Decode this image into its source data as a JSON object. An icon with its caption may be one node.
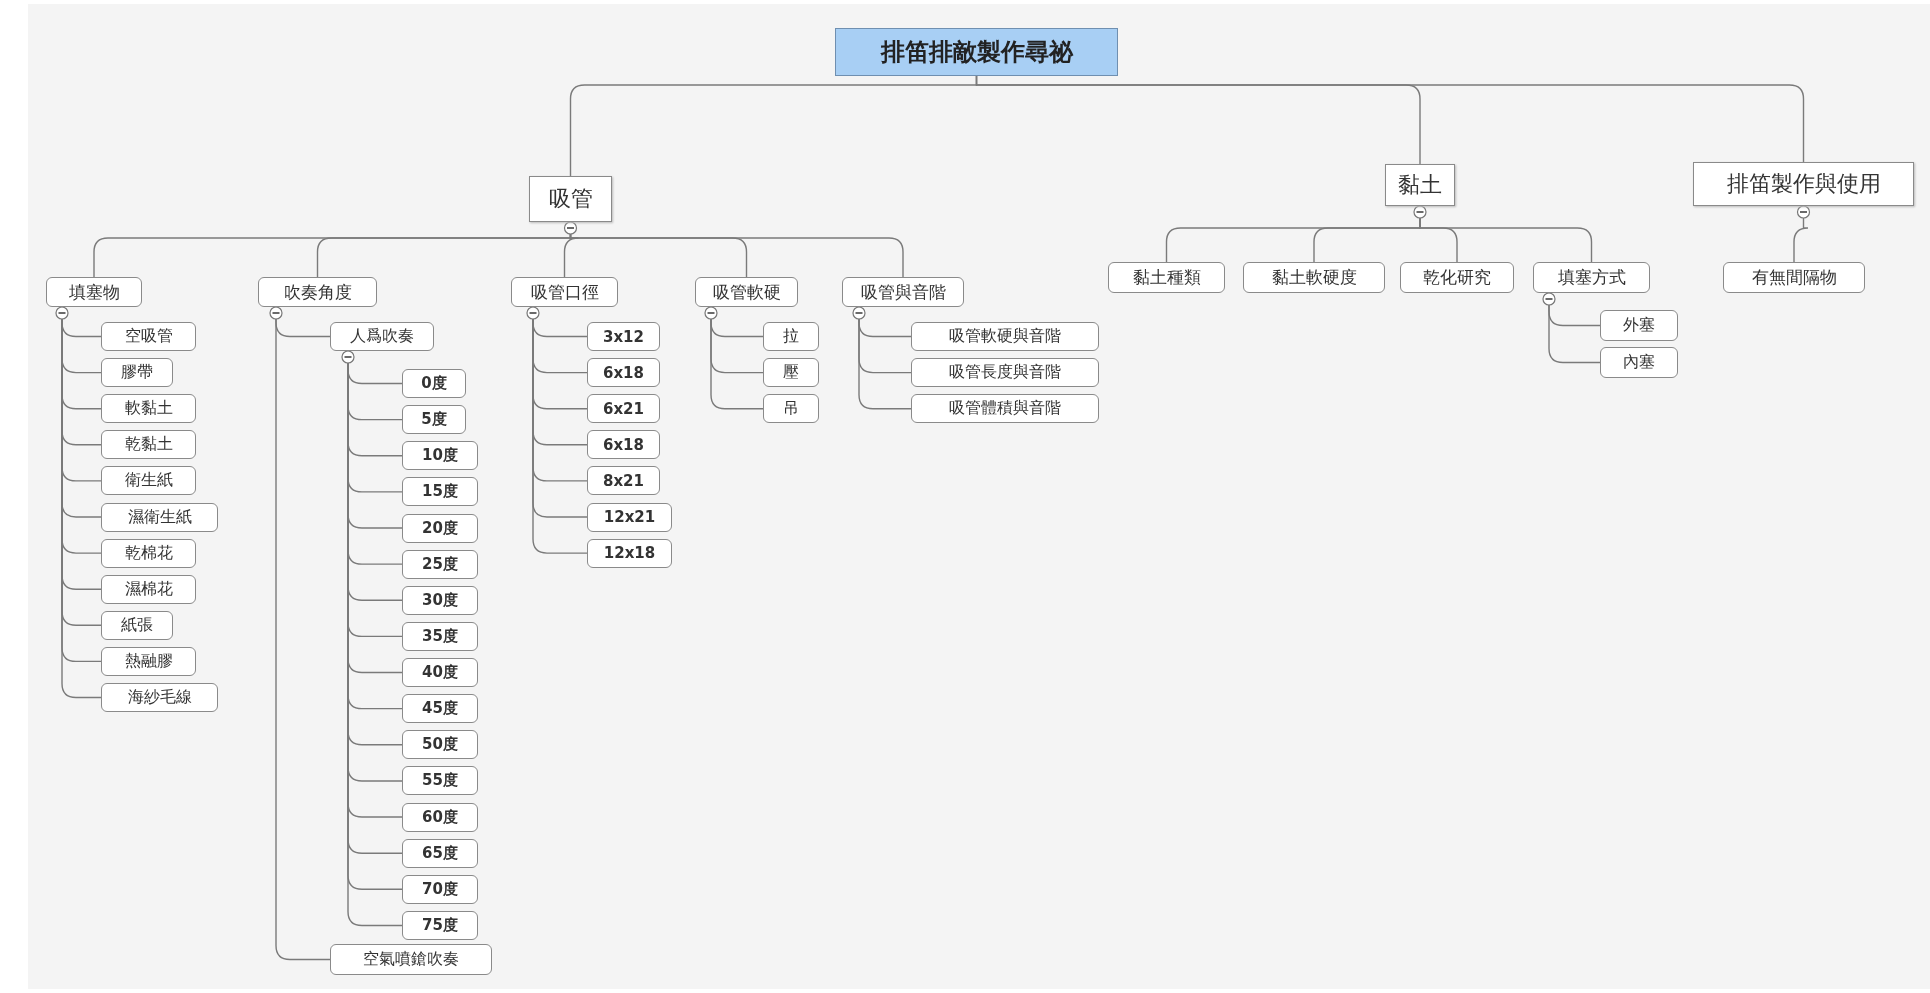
{
  "diagram": {
    "nodes": [
      {
        "text": [
          "排笛排敵製作尋祕"
        ]
      },
      {
        "text": [
          "吸管"
        ]
      },
      {
        "text": [
          "黏土"
        ]
      },
      {
        "text": [
          "排笛製作與使用"
        ]
      },
      {
        "text": [
          "填塞物"
        ]
      },
      {
        "text": [
          "空吸管"
        ]
      },
      {
        "text": [
          "膠帶"
        ]
      },
      {
        "text": [
          "軟黏土"
        ]
      },
      {
        "text": [
          "乾黏土"
        ]
      },
      {
        "text": [
          "衛生紙"
        ]
      },
      {
        "text": [
          "濕衛生紙"
        ]
      },
      {
        "text": [
          "乾棉花"
        ]
      },
      {
        "text": [
          "濕棉花"
        ]
      },
      {
        "text": [
          "紙張"
        ]
      },
      {
        "text": [
          "熱融膠"
        ]
      },
      {
        "text": [
          "海紗毛線"
        ]
      },
      {
        "text": [
          "吹奏角度"
        ]
      },
      {
        "text": [
          "人爲吹奏"
        ]
      },
      {
        "text": [
          "0度"
        ]
      },
      {
        "text": [
          "5度"
        ]
      },
      {
        "text": [
          "10度"
        ]
      },
      {
        "text": [
          "15度"
        ]
      },
      {
        "text": [
          "20度"
        ]
      },
      {
        "text": [
          "25度"
        ]
      },
      {
        "text": [
          "30度"
        ]
      },
      {
        "text": [
          "35度"
        ]
      },
      {
        "text": [
          "40度"
        ]
      },
      {
        "text": [
          "45度"
        ]
      },
      {
        "text": [
          "50度"
        ]
      },
      {
        "text": [
          "55度"
        ]
      },
      {
        "text": [
          "60度"
        ]
      },
      {
        "text": [
          "65度"
        ]
      },
      {
        "text": [
          "70度"
        ]
      },
      {
        "text": [
          "75度"
        ]
      },
      {
        "text": [
          "空氣噴鎗吹奏"
        ]
      },
      {
        "text": [
          "吸管口徑"
        ]
      },
      {
        "text": [
          "3x12"
        ]
      },
      {
        "text": [
          "6x18"
        ]
      },
      {
        "text": [
          "6x21"
        ]
      },
      {
        "text": [
          "6x18"
        ]
      },
      {
        "text": [
          "8x21"
        ]
      },
      {
        "text": [
          "12x21"
        ]
      },
      {
        "text": [
          "12x18"
        ]
      },
      {
        "text": [
          "吸管軟硬"
        ]
      },
      {
        "text": [
          "拉"
        ]
      },
      {
        "text": [
          "壓"
        ]
      },
      {
        "text": [
          "吊"
        ]
      },
      {
        "text": [
          "吸管與音階"
        ]
      },
      {
        "text": [
          "吸管軟硬與音階"
        ]
      },
      {
        "text": [
          "吸管長度與音階"
        ]
      },
      {
        "text": [
          "吸管體積與音階"
        ]
      },
      {
        "text": [
          "黏土種類"
        ]
      },
      {
        "text": [
          "黏土軟硬度"
        ]
      },
      {
        "text": [
          "乾化研究"
        ]
      },
      {
        "text": [
          "填塞方式"
        ]
      },
      {
        "text": [
          "外塞"
        ]
      },
      {
        "text": [
          "內塞"
        ]
      },
      {
        "text": [
          "有無間隔物"
        ]
      }
    ],
    "edges": [
      {
        "from": 0,
        "to": 1,
        "arrow": "none"
      },
      {
        "from": 0,
        "to": 2,
        "arrow": "none"
      },
      {
        "from": 0,
        "to": 3,
        "arrow": "none"
      },
      {
        "from": 1,
        "to": 4,
        "arrow": "none"
      },
      {
        "from": 1,
        "to": 16,
        "arrow": "none"
      },
      {
        "from": 1,
        "to": 35,
        "arrow": "none"
      },
      {
        "from": 1,
        "to": 43,
        "arrow": "none"
      },
      {
        "from": 1,
        "to": 47,
        "arrow": "none"
      },
      {
        "from": 4,
        "to": 5,
        "arrow": "none"
      },
      {
        "from": 4,
        "to": 6,
        "arrow": "none"
      },
      {
        "from": 4,
        "to": 7,
        "arrow": "none"
      },
      {
        "from": 4,
        "to": 8,
        "arrow": "none"
      },
      {
        "from": 4,
        "to": 9,
        "arrow": "none"
      },
      {
        "from": 4,
        "to": 10,
        "arrow": "none"
      },
      {
        "from": 4,
        "to": 11,
        "arrow": "none"
      },
      {
        "from": 4,
        "to": 12,
        "arrow": "none"
      },
      {
        "from": 4,
        "to": 13,
        "arrow": "none"
      },
      {
        "from": 4,
        "to": 14,
        "arrow": "none"
      },
      {
        "from": 4,
        "to": 15,
        "arrow": "none"
      },
      {
        "from": 16,
        "to": 17,
        "arrow": "none"
      },
      {
        "from": 16,
        "to": 34,
        "arrow": "none"
      },
      {
        "from": 17,
        "to": 18,
        "arrow": "none"
      },
      {
        "from": 17,
        "to": 19,
        "arrow": "none"
      },
      {
        "from": 17,
        "to": 20,
        "arrow": "none"
      },
      {
        "from": 17,
        "to": 21,
        "arrow": "none"
      },
      {
        "from": 17,
        "to": 22,
        "arrow": "none"
      },
      {
        "from": 17,
        "to": 23,
        "arrow": "none"
      },
      {
        "from": 17,
        "to": 24,
        "arrow": "none"
      },
      {
        "from": 17,
        "to": 25,
        "arrow": "none"
      },
      {
        "from": 17,
        "to": 26,
        "arrow": "none"
      },
      {
        "from": 17,
        "to": 27,
        "arrow": "none"
      },
      {
        "from": 17,
        "to": 28,
        "arrow": "none"
      },
      {
        "from": 17,
        "to": 29,
        "arrow": "none"
      },
      {
        "from": 17,
        "to": 30,
        "arrow": "none"
      },
      {
        "from": 17,
        "to": 31,
        "arrow": "none"
      },
      {
        "from": 17,
        "to": 32,
        "arrow": "none"
      },
      {
        "from": 17,
        "to": 33,
        "arrow": "none"
      },
      {
        "from": 35,
        "to": 36,
        "arrow": "none"
      },
      {
        "from": 35,
        "to": 37,
        "arrow": "none"
      },
      {
        "from": 35,
        "to": 38,
        "arrow": "none"
      },
      {
        "from": 35,
        "to": 39,
        "arrow": "none"
      },
      {
        "from": 35,
        "to": 40,
        "arrow": "none"
      },
      {
        "from": 35,
        "to": 41,
        "arrow": "none"
      },
      {
        "from": 35,
        "to": 42,
        "arrow": "none"
      },
      {
        "from": 43,
        "to": 44,
        "arrow": "none"
      },
      {
        "from": 43,
        "to": 45,
        "arrow": "none"
      },
      {
        "from": 43,
        "to": 46,
        "arrow": "none"
      },
      {
        "from": 47,
        "to": 48,
        "arrow": "none"
      },
      {
        "from": 47,
        "to": 49,
        "arrow": "none"
      },
      {
        "from": 47,
        "to": 50,
        "arrow": "none"
      },
      {
        "from": 2,
        "to": 51,
        "arrow": "none"
      },
      {
        "from": 2,
        "to": 52,
        "arrow": "none"
      },
      {
        "from": 2,
        "to": 53,
        "arrow": "none"
      },
      {
        "from": 2,
        "to": 54,
        "arrow": "none"
      },
      {
        "from": 54,
        "to": 55,
        "arrow": "none"
      },
      {
        "from": 54,
        "to": 56,
        "arrow": "none"
      },
      {
        "from": 3,
        "to": 57,
        "arrow": "none"
      }
    ]
  }
}
